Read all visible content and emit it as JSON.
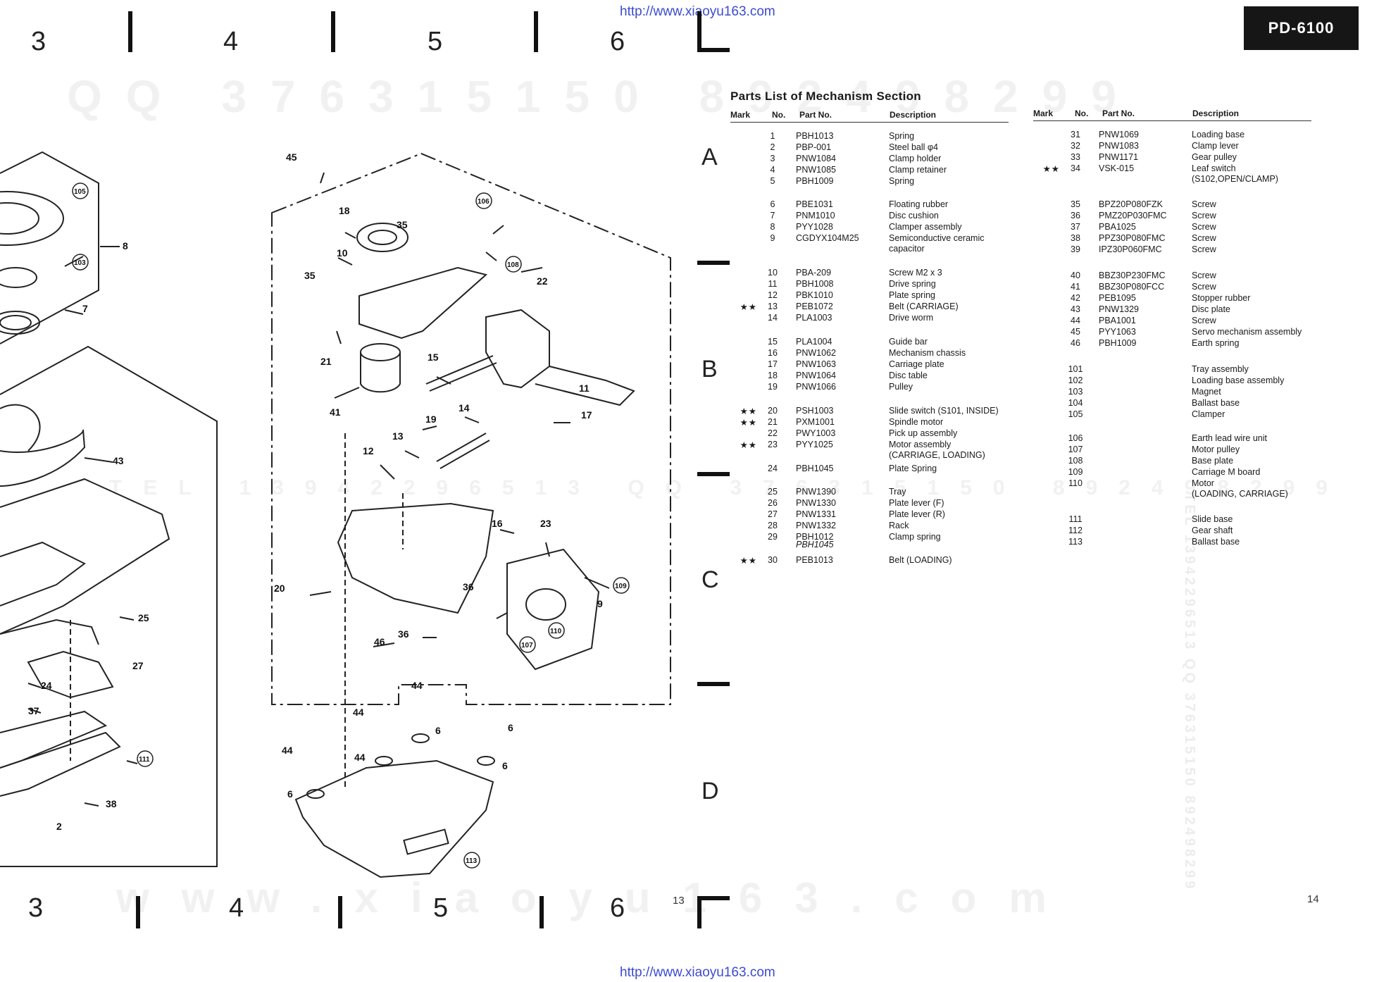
{
  "header": {
    "url_top": "http://www.xiaoyu163.com",
    "url_bottom": "http://www.xiaoyu163.com",
    "model": "PD-6100",
    "page_left": "13",
    "page_right": "14"
  },
  "zones": {
    "numbers_top": [
      "3",
      "4",
      "5",
      "6"
    ],
    "numbers_bottom": [
      "3",
      "4",
      "5",
      "6"
    ],
    "letters": [
      "A",
      "B",
      "C",
      "D"
    ]
  },
  "watermarks": {
    "top": "QQ 376315150  892498299",
    "middle": "TEL 13942296513  QQ 376315150  892498299",
    "bottom": "www.xiaoyu163.com",
    "side": "TEL 13942296513 QQ 376315150 892498299"
  },
  "diagram": {
    "callouts": [
      "45",
      "18",
      "35",
      "10",
      "35",
      "106",
      "108",
      "22",
      "21",
      "15",
      "11",
      "41",
      "19",
      "14",
      "17",
      "12",
      "13",
      "16",
      "23",
      "20",
      "36",
      "9",
      "109",
      "36",
      "46",
      "107",
      "110",
      "44",
      "44",
      "6",
      "44",
      "6",
      "44",
      "6",
      "6",
      "113",
      "8",
      "105",
      "103",
      "7",
      "43",
      "25",
      "27",
      "24",
      "37",
      "111",
      "38",
      "2"
    ]
  },
  "parts": {
    "title": "Parts List of Mechanism Section",
    "headers": {
      "mark": "Mark",
      "no": "No.",
      "part_no": "Part No.",
      "description": "Description"
    },
    "left": [
      {
        "mark": "",
        "no": "1",
        "part": "PBH1013",
        "desc": "Spring"
      },
      {
        "mark": "",
        "no": "2",
        "part": "PBP-001",
        "desc": "Steel ball φ4"
      },
      {
        "mark": "",
        "no": "3",
        "part": "PNW1084",
        "desc": "Clamp holder"
      },
      {
        "mark": "",
        "no": "4",
        "part": "PNW1085",
        "desc": "Clamp retainer"
      },
      {
        "mark": "",
        "no": "5",
        "part": "PBH1009",
        "desc": "Spring"
      },
      {
        "mark": "",
        "no": "6",
        "part": "PBE1031",
        "desc": "Floating rubber"
      },
      {
        "mark": "",
        "no": "7",
        "part": "PNM1010",
        "desc": "Disc cushion"
      },
      {
        "mark": "",
        "no": "8",
        "part": "PYY1028",
        "desc": "Clamper assembly"
      },
      {
        "mark": "",
        "no": "9",
        "part": "CGDYX104M25",
        "desc": "Semiconductive ceramic",
        "desc2": "capacitor"
      },
      {
        "mark": "",
        "no": "10",
        "part": "PBA-209",
        "desc": "Screw M2 x 3"
      },
      {
        "mark": "",
        "no": "11",
        "part": "PBH1008",
        "desc": "Drive spring"
      },
      {
        "mark": "",
        "no": "12",
        "part": "PBK1010",
        "desc": "Plate spring"
      },
      {
        "mark": "★★",
        "no": "13",
        "part": "PEB1072",
        "desc": "Belt (CARRIAGE)"
      },
      {
        "mark": "",
        "no": "14",
        "part": "PLA1003",
        "desc": "Drive worm"
      },
      {
        "mark": "",
        "no": "15",
        "part": "PLA1004",
        "desc": "Guide bar"
      },
      {
        "mark": "",
        "no": "16",
        "part": "PNW1062",
        "desc": "Mechanism chassis"
      },
      {
        "mark": "",
        "no": "17",
        "part": "PNW1063",
        "desc": "Carriage plate"
      },
      {
        "mark": "",
        "no": "18",
        "part": "PNW1064",
        "desc": "Disc table"
      },
      {
        "mark": "",
        "no": "19",
        "part": "PNW1066",
        "desc": "Pulley"
      },
      {
        "mark": "★★",
        "no": "20",
        "part": "PSH1003",
        "desc": "Slide switch (S101, INSIDE)"
      },
      {
        "mark": "★★",
        "no": "21",
        "part": "PXM1001",
        "desc": "Spindle motor"
      },
      {
        "mark": "",
        "no": "22",
        "part": "PWY1003",
        "desc": "Pick up assembly"
      },
      {
        "mark": "★★",
        "no": "23",
        "part": "PYY1025",
        "desc": "Motor assembly",
        "desc2": "(CARRIAGE, LOADING)"
      },
      {
        "mark": "",
        "no": "24",
        "part": "PBH1045",
        "desc": "Plate Spring"
      },
      {
        "mark": "",
        "no": "25",
        "part": "PNW1390",
        "desc": "Tray"
      },
      {
        "mark": "",
        "no": "26",
        "part": "PNW1330",
        "desc": "Plate lever (F)"
      },
      {
        "mark": "",
        "no": "27",
        "part": "PNW1331",
        "desc": "Plate lever (R)"
      },
      {
        "mark": "",
        "no": "28",
        "part": "PNW1332",
        "desc": "Rack"
      },
      {
        "mark": "",
        "no": "29",
        "part": "PBH1012",
        "part2": "PBH1045",
        "desc": "Clamp spring"
      },
      {
        "mark": "★★",
        "no": "30",
        "part": "PEB1013",
        "desc": "Belt (LOADING)"
      }
    ],
    "right": [
      {
        "mark": "",
        "no": "31",
        "part": "PNW1069",
        "desc": "Loading base"
      },
      {
        "mark": "",
        "no": "32",
        "part": "PNW1083",
        "desc": "Clamp lever"
      },
      {
        "mark": "",
        "no": "33",
        "part": "PNW1171",
        "desc": "Gear pulley"
      },
      {
        "mark": "★★",
        "no": "34",
        "part": "VSK-015",
        "desc": "Leaf  switch",
        "desc2": "(S102,OPEN/CLAMP)"
      },
      {
        "mark": "",
        "no": "35",
        "part": "BPZ20P080FZK",
        "desc": "Screw"
      },
      {
        "mark": "",
        "no": "36",
        "part": "PMZ20P030FMC",
        "desc": "Screw"
      },
      {
        "mark": "",
        "no": "37",
        "part": "PBA1025",
        "desc": "Screw"
      },
      {
        "mark": "",
        "no": "38",
        "part": "PPZ30P080FMC",
        "desc": "Screw"
      },
      {
        "mark": "",
        "no": "39",
        "part": "IPZ30P060FMC",
        "desc": "Screw"
      },
      {
        "mark": "",
        "no": "40",
        "part": "BBZ30P230FMC",
        "desc": "Screw"
      },
      {
        "mark": "",
        "no": "41",
        "part": "BBZ30P080FCC",
        "desc": "Screw"
      },
      {
        "mark": "",
        "no": "42",
        "part": "PEB1095",
        "desc": "Stopper rubber"
      },
      {
        "mark": "",
        "no": "43",
        "part": "PNW1329",
        "desc": "Disc plate"
      },
      {
        "mark": "",
        "no": "44",
        "part": "PBA1001",
        "desc": "Screw"
      },
      {
        "mark": "",
        "no": "45",
        "part": "PYY1063",
        "desc": "Servo mechanism assembly"
      },
      {
        "mark": "",
        "no": "46",
        "part": "PBH1009",
        "desc": "Earth spring"
      },
      {
        "mark": "",
        "no": "101",
        "part": "",
        "desc": "Tray assembly"
      },
      {
        "mark": "",
        "no": "102",
        "part": "",
        "desc": "Loading base assembly"
      },
      {
        "mark": "",
        "no": "103",
        "part": "",
        "desc": "Magnet"
      },
      {
        "mark": "",
        "no": "104",
        "part": "",
        "desc": "Ballast base"
      },
      {
        "mark": "",
        "no": "105",
        "part": "",
        "desc": "Clamper"
      },
      {
        "mark": "",
        "no": "106",
        "part": "",
        "desc": "Earth lead wire unit"
      },
      {
        "mark": "",
        "no": "107",
        "part": "",
        "desc": "Motor pulley"
      },
      {
        "mark": "",
        "no": "108",
        "part": "",
        "desc": "Base plate"
      },
      {
        "mark": "",
        "no": "109",
        "part": "",
        "desc": "Carriage M board"
      },
      {
        "mark": "",
        "no": "110",
        "part": "",
        "desc": "Motor",
        "desc2": "(LOADING, CARRIAGE)"
      },
      {
        "mark": "",
        "no": "111",
        "part": "",
        "desc": "Slide base"
      },
      {
        "mark": "",
        "no": "112",
        "part": "",
        "desc": "Gear shaft"
      },
      {
        "mark": "",
        "no": "113",
        "part": "",
        "desc": "Ballast base"
      }
    ]
  }
}
